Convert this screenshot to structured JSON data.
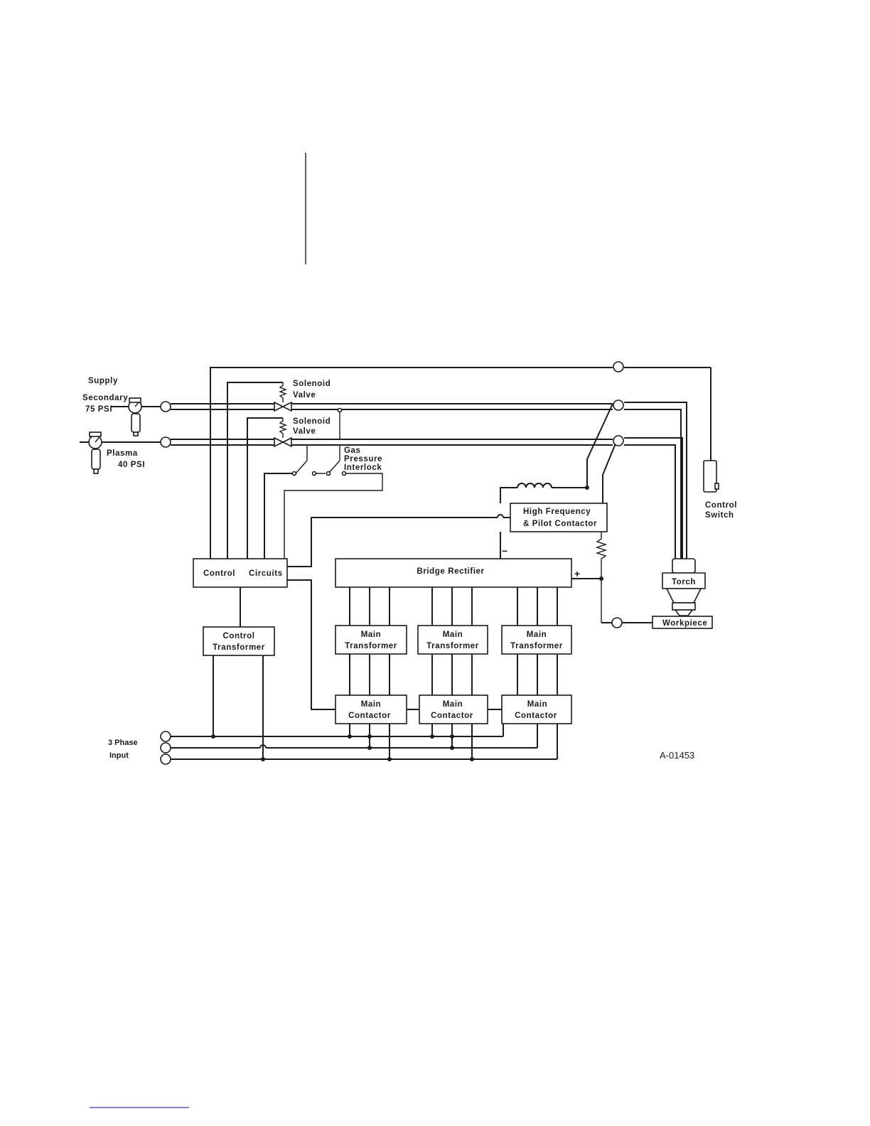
{
  "labels": {
    "supply": "Supply",
    "secondary": "Secondary",
    "secondary_psi": "75 PSI",
    "plasma": "Plasma",
    "plasma_psi": "40 PSI",
    "solenoid_valve_1_a": "Solenoid",
    "solenoid_valve_1_b": "Valve",
    "solenoid_valve_2_a": "Solenoid",
    "solenoid_valve_2_b": "Valve",
    "gas_a": "Gas",
    "gas_b": "Pressure",
    "gas_c": "Interlock",
    "hf_a": "High Frequency",
    "hf_b": "& Pilot Contactor",
    "control_circuits": "Control     Circuits",
    "bridge_rectifier": "Bridge Rectifier",
    "minus": "−",
    "plus": "+",
    "torch": "Torch",
    "workpiece": "Workpiece",
    "control_switch_a": "Control",
    "control_switch_b": "Switch",
    "control_transformer_a": "Control",
    "control_transformer_b": "Transformer",
    "main_transformer_a": "Main",
    "main_transformer_b": "Transformer",
    "main_contactor_a": "Main",
    "main_contactor_b": "Contactor",
    "three_phase": "3 Phase",
    "input": "Input",
    "figure_id": "A-01453"
  },
  "colors": {
    "ink": "#1a1a1a",
    "paper": "#ffffff",
    "footnote_rule": "#3a3aa0"
  }
}
